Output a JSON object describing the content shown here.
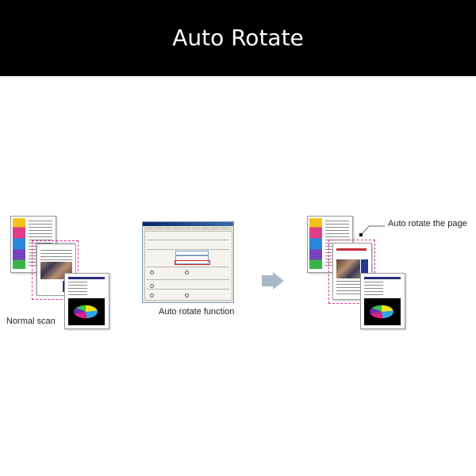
{
  "header": {
    "title": "Auto Rotate"
  },
  "captions": {
    "normal_scan": "Normal scan",
    "auto_rotate_function": "Auto rotate function",
    "auto_rotate_page": "Auto rotate the page"
  },
  "colors": {
    "header_bg": "#000000",
    "arrow": "#a8b8c8",
    "dashed_outline": "#e0309c"
  },
  "icons": [
    "right-arrow-icon"
  ]
}
